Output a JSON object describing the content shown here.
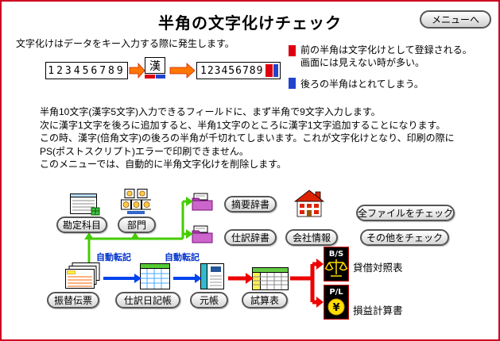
{
  "page": {
    "title": "半角の文字化けチェック",
    "menu_button": "メニューへ"
  },
  "intro": {
    "caption": "文字化けはデータをキー入力する際に発生します。",
    "before_value": "123456789",
    "kanji_char": "漢",
    "after_value": "123456789"
  },
  "legend": {
    "red_line1": "前の半角は文字化けとして登録される。",
    "red_line2": "画面には見えない時が多い。",
    "blue_line": "後ろの半角はとれてしまう。"
  },
  "description": {
    "lines": [
      "半角10文字(漢字5文字)入力できるフィールドに、まず半角で9文字入力します。",
      "次に漢字1文字を後ろに追加すると、半角1文字のところに漢字1文字追加することになります。",
      "この時、漢字(倍角文字)の後ろの半角が千切れてしまいます。これが文字化けとなり、印刷の際に",
      "PS(ポストスクリプト)エラーで印刷できません。",
      "このメニューでは、自動的に半角文字化けを削除します。"
    ]
  },
  "masters": {
    "accounts": "勘定科目",
    "departments": "部門",
    "summary_dict": "摘要辞書",
    "journal_dict": "仕訳辞書",
    "company_info": "会社情報"
  },
  "checks": {
    "all_files": "全ファイルをチェック",
    "others": "その他をチェック"
  },
  "flow": {
    "transfer_slip": "振替伝票",
    "journal": "仕訳日記帳",
    "ledger": "元帳",
    "trial_balance": "試算表",
    "auto_post": "自動転記"
  },
  "reports": {
    "bs_code": "B/S",
    "bs_label": "貸借対照表",
    "pl_code": "P/L",
    "pl_label": "損益計算書",
    "yen_symbol": "¥"
  },
  "colors": {
    "page_border": "#cc0022",
    "mojibake_red": "#dd0011",
    "trailing_blue": "#2244cc",
    "input_arrow_orange": "#ff7700",
    "reference_arrow_green": "#44cc00",
    "auto_post_blue": "#0044ee",
    "report_arrow_red": "#ee0000"
  }
}
